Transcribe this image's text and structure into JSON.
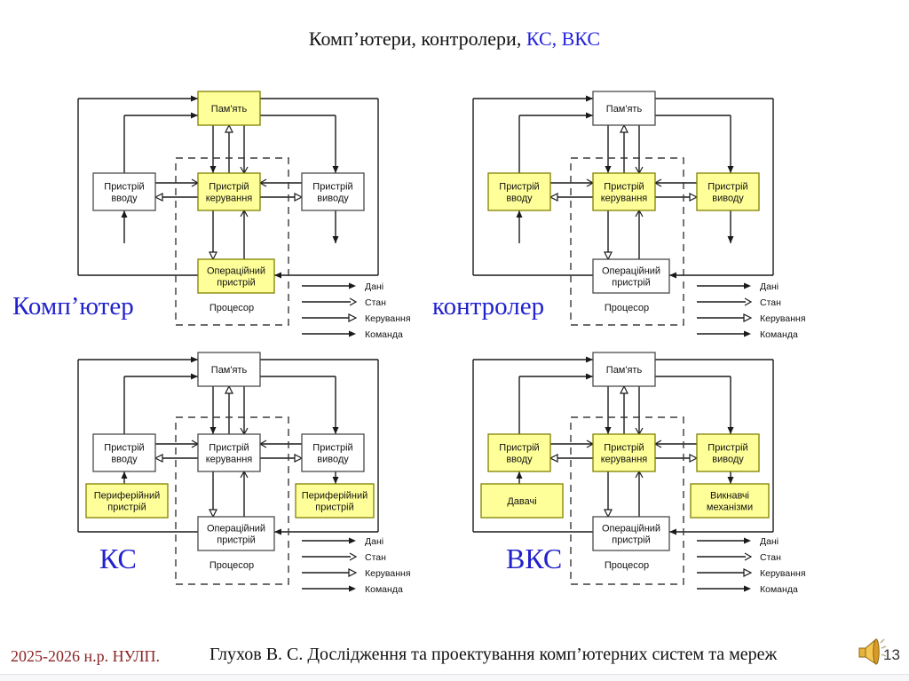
{
  "title": {
    "black": "Комп’ютери, контролери, ",
    "blue": "КС, ВКС"
  },
  "colors": {
    "yellow_fill": "#ffff99",
    "yellow_border": "#808000",
    "white_fill": "#ffffff",
    "box_border": "#4a4a4a",
    "line": "#1a1a1a",
    "blue_label": "#2222cc",
    "date_red": "#8b2424"
  },
  "legend": [
    {
      "label": "Дані",
      "head": "filled"
    },
    {
      "label": "Стан",
      "head": "open"
    },
    {
      "label": "Керування",
      "head": "hollow"
    },
    {
      "label": "Команда",
      "head": "filled"
    }
  ],
  "diagrams": [
    {
      "id": "computer",
      "caption": "Комп’ютер",
      "memory": {
        "lines": [
          "Пам'ять"
        ],
        "yellow": true
      },
      "input": {
        "lines": [
          "Пристрій",
          "вводу"
        ],
        "yellow": false
      },
      "control": {
        "lines": [
          "Пристрій",
          "керування"
        ],
        "yellow": true
      },
      "output": {
        "lines": [
          "Пристрій",
          "виводу"
        ],
        "yellow": false
      },
      "op": {
        "lines": [
          "Операційний",
          "пристрій"
        ],
        "yellow": true
      },
      "processor": "Процесор",
      "extra_left": null,
      "extra_right": null
    },
    {
      "id": "controller",
      "caption": "контролер",
      "memory": {
        "lines": [
          "Пам'ять"
        ],
        "yellow": false
      },
      "input": {
        "lines": [
          "Пристрій",
          "вводу"
        ],
        "yellow": true
      },
      "control": {
        "lines": [
          "Пристрій",
          "керування"
        ],
        "yellow": true
      },
      "output": {
        "lines": [
          "Пристрій",
          "виводу"
        ],
        "yellow": true
      },
      "op": {
        "lines": [
          "Операційний",
          "пристрій"
        ],
        "yellow": false
      },
      "processor": "Процесор",
      "extra_left": null,
      "extra_right": null
    },
    {
      "id": "ks",
      "caption": "КС",
      "memory": {
        "lines": [
          "Пам'ять"
        ],
        "yellow": false
      },
      "input": {
        "lines": [
          "Пристрій",
          "вводу"
        ],
        "yellow": false
      },
      "control": {
        "lines": [
          "Пристрій",
          "керування"
        ],
        "yellow": false
      },
      "output": {
        "lines": [
          "Пристрій",
          "виводу"
        ],
        "yellow": false
      },
      "op": {
        "lines": [
          "Операційний",
          "пристрій"
        ],
        "yellow": false
      },
      "processor": "Процесор",
      "extra_left": {
        "lines": [
          "Периферійний",
          "пристрій"
        ],
        "yellow": true
      },
      "extra_right": {
        "lines": [
          "Периферійний",
          "пристрій"
        ],
        "yellow": true
      }
    },
    {
      "id": "vks",
      "caption": "ВКС",
      "memory": {
        "lines": [
          "Пам'ять"
        ],
        "yellow": false
      },
      "input": {
        "lines": [
          "Пристрій",
          "вводу"
        ],
        "yellow": true
      },
      "control": {
        "lines": [
          "Пристрій",
          "керування"
        ],
        "yellow": true
      },
      "output": {
        "lines": [
          "Пристрій",
          "виводу"
        ],
        "yellow": true
      },
      "op": {
        "lines": [
          "Операційний",
          "пристрій"
        ],
        "yellow": false
      },
      "processor": "Процесор",
      "extra_left": {
        "lines": [
          "Давачі"
        ],
        "yellow": true
      },
      "extra_right": {
        "lines": [
          "Викнавчі",
          "механізми"
        ],
        "yellow": true
      }
    }
  ],
  "footer": {
    "date": "2025-2026 н.р. НУЛП.",
    "credit": "Глухов В. С. Дослідження та проектування комп’ютерних систем та мереж",
    "page": "13"
  }
}
